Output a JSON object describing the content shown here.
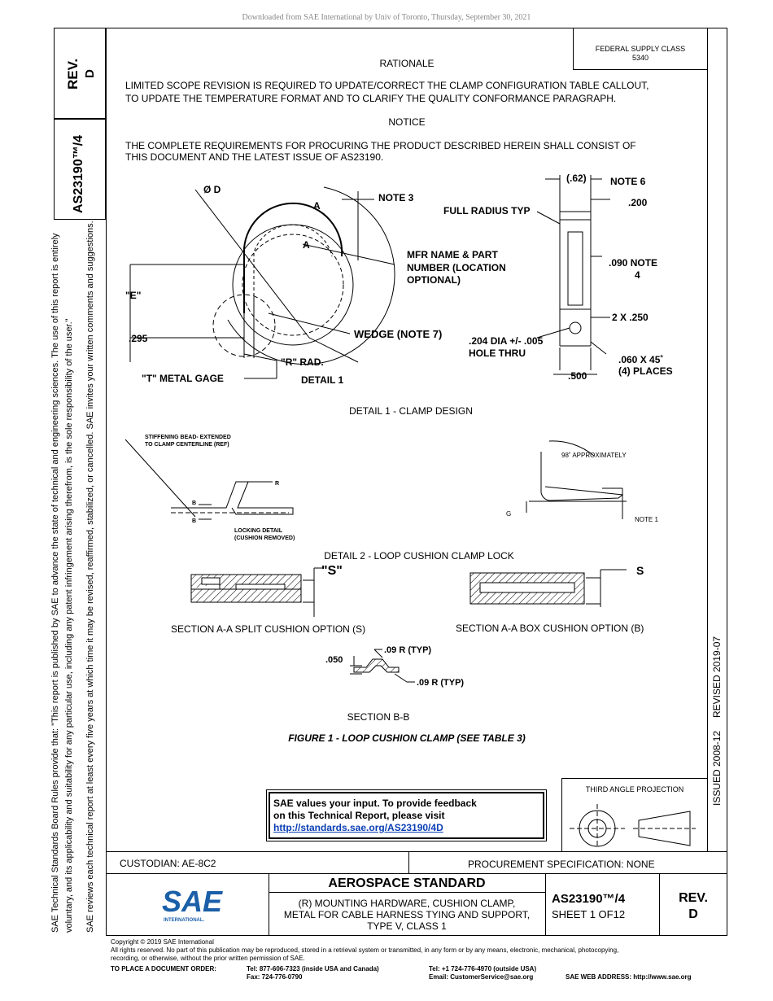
{
  "header": {
    "download_note": "Downloaded from SAE International by Univ of Toronto, Thursday, September 30, 2021"
  },
  "left_margin": {
    "rev_label": "REV.",
    "rev_value": "D",
    "doc_number": "AS23190™/4",
    "rules_line1": "SAE Technical Standards Board Rules provide that: \"This report is published by SAE to advance the state of technical and engineering sciences. The use of this report is entirely",
    "rules_line2": "voluntary, and its applicability and suitability for any particular use, including any patent infringement arising therefrom, is the sole responsibility of the user.\"",
    "review_note": "SAE reviews each technical report at least every five years at which time it may be revised, reaffirmed, stabilized, or cancelled. SAE invites your written comments and suggestions."
  },
  "right_margin": {
    "issued": "ISSUED 2008-12",
    "revised": "REVISED 2019-07"
  },
  "supply": {
    "label": "FEDERAL SUPPLY CLASS",
    "value": "5340"
  },
  "rationale": {
    "title": "RATIONALE",
    "line1": "LIMITED SCOPE REVISION IS REQUIRED TO UPDATE/CORRECT THE CLAMP CONFIGURATION TABLE CALLOUT,",
    "line2": "TO UPDATE THE TEMPERATURE FORMAT AND TO CLARIFY THE QUALITY CONFORMANCE PARAGRAPH."
  },
  "notice": {
    "title": "NOTICE",
    "line1": "THE COMPLETE REQUIREMENTS FOR PROCURING THE PRODUCT DESCRIBED HEREIN SHALL CONSIST OF",
    "line2": "THIS DOCUMENT AND THE LATEST ISSUE OF AS23190."
  },
  "detail1": {
    "dia_d": "Ø D",
    "a_top": "A",
    "a_mid": "A",
    "note3": "NOTE 3",
    "mfr_line1": "MFR NAME & PART",
    "mfr_line2": "NUMBER (LOCATION",
    "mfr_line3": "OPTIONAL)",
    "e_dim": "\"E\"",
    "dim_295": ".295",
    "wedge": "WEDGE (NOTE 7)",
    "r_rad": "\"R\" RAD.",
    "t_gage": "\"T\" METAL GAGE",
    "detail1_label": "DETAIL 1",
    "dim_62": "(.62)",
    "note6": "NOTE 6",
    "dim_200": ".200",
    "full_radius": "FULL RADIUS TYP",
    "dim_090_1": ".090 NOTE",
    "dim_090_2": "4",
    "dim_2x250": "2 X .250",
    "hole_line1": ".204 DIA +/- .005",
    "hole_line2": "HOLE THRU",
    "dim_060_1": ".060 X 45˚",
    "dim_060_2": "(4) PLACES",
    "dim_500": ".500",
    "caption": "DETAIL 1 - CLAMP DESIGN"
  },
  "detail2": {
    "bead_line1": "STIFFENING BEAD- EXTENDED",
    "bead_line2": "TO CLAMP CENTERLINE (REF)",
    "r": "R",
    "b1": "B",
    "b2": "B",
    "locking_line1": "LOCKING DETAIL",
    "locking_line2": "(CUSHION REMOVED)",
    "approx": "98˚ APPROXIMATELY",
    "g": "G",
    "note1": "NOTE 1",
    "caption": "DETAIL 2 - LOOP CUSHION CLAMP LOCK"
  },
  "sections": {
    "s_split": "\"S\"",
    "s_box": "S",
    "split_caption": "SECTION A-A SPLIT CUSHION OPTION (S)",
    "box_caption": "SECTION A-A BOX CUSHION OPTION (B)",
    "bb_r1": ".09 R (TYP)",
    "bb_050": ".050",
    "bb_r2": ".09 R (TYP)",
    "bb_caption": "SECTION B-B"
  },
  "figure_caption": "FIGURE 1 - LOOP CUSHION CLAMP (SEE TABLE 3)",
  "feedback": {
    "line1": "SAE values your input. To provide feedback",
    "line2": "on this Technical Report, please visit",
    "link": "http://standards.sae.org/AS23190/4D"
  },
  "projection": {
    "label": "THIRD ANGLE PROJECTION"
  },
  "titleblock": {
    "custodian": "CUSTODIAN: AE-8C2",
    "procurement": "PROCUREMENT SPECIFICATION: NONE",
    "standard": "AEROSPACE STANDARD",
    "desc_line1": "(R) MOUNTING HARDWARE, CUSHION CLAMP,",
    "desc_line2": "METAL FOR CABLE HARNESS TYING AND SUPPORT,",
    "desc_line3": "TYPE V, CLASS 1",
    "doc_number": "AS23190™/4",
    "sheet": "SHEET 1 OF12",
    "rev_label": "REV.",
    "rev_value": "D",
    "logo_text": "SAE",
    "logo_sub": "INTERNATIONAL."
  },
  "footer": {
    "copyright": "Copyright © 2019 SAE International",
    "rights1": "All rights reserved. No part of this publication may be reproduced, stored in a retrieval system or transmitted, in any form or by any means, electronic, mechanical, photocopying,",
    "rights2": "recording, or otherwise, without the prior written permission of SAE.",
    "order_label": "TO PLACE A DOCUMENT ORDER:",
    "tel_usa": "Tel: 877-606-7323 (inside USA and Canada)",
    "fax": "Fax: 724-776-0790",
    "tel_outside": "Tel: +1 724-776-4970 (outside USA)",
    "email": "Email: CustomerService@sae.org",
    "web": "SAE WEB ADDRESS: http://www.sae.org"
  }
}
